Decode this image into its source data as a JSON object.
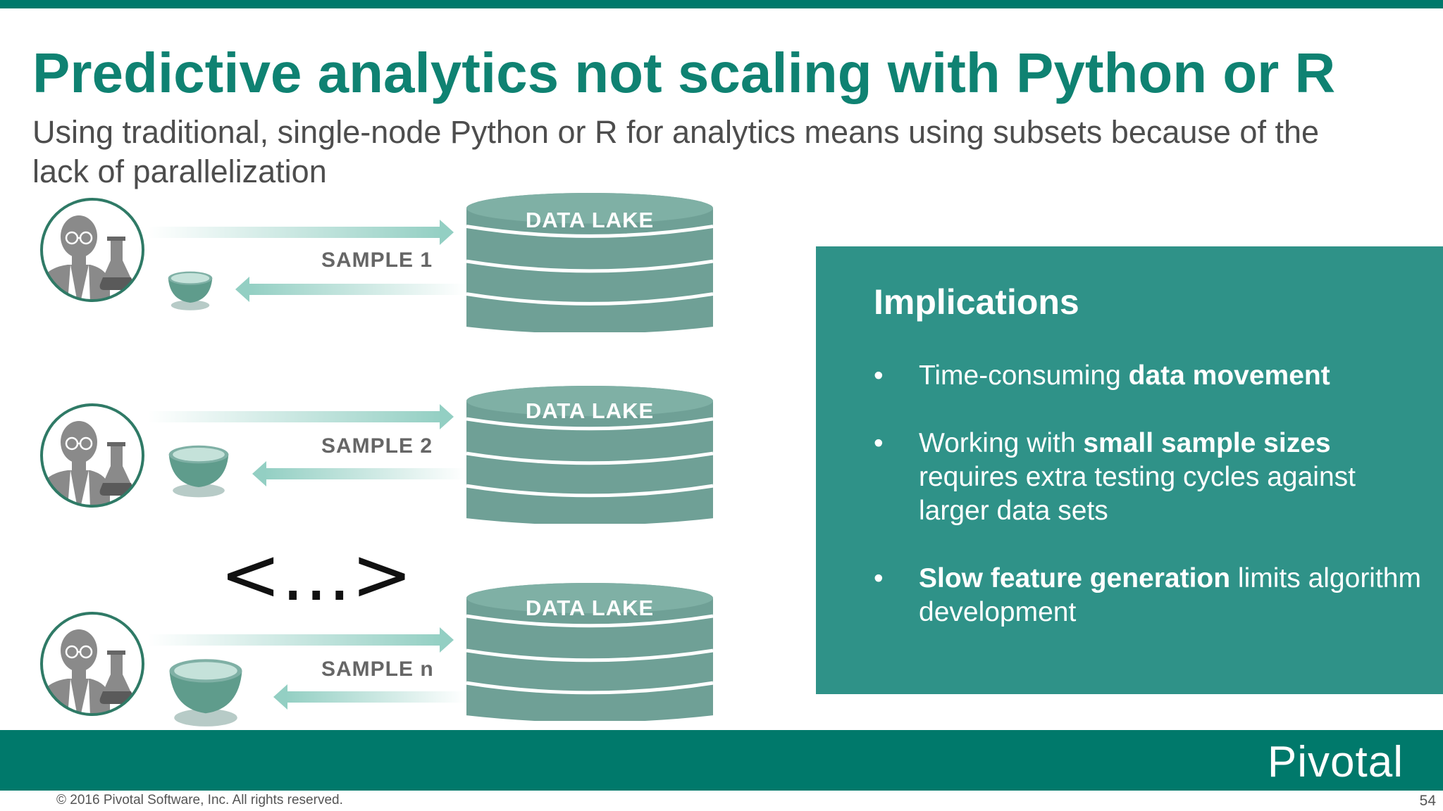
{
  "slide": {
    "title": "Predictive analytics not scaling with Python or R",
    "subtitle": "Using traditional, single-node Python or R for analytics means using subsets because of the lack of parallelization"
  },
  "diagram": {
    "rows": [
      {
        "sample_label": "SAMPLE 1",
        "db_label": "DATA LAKE"
      },
      {
        "sample_label": "SAMPLE 2",
        "db_label": "DATA LAKE"
      },
      {
        "sample_label": "SAMPLE n",
        "db_label": "DATA LAKE"
      }
    ],
    "ellipsis": "<...>"
  },
  "implications": {
    "title": "Implications",
    "bullet_char": "•",
    "items": [
      {
        "normal_before": "Time-consuming ",
        "bold": "data movement",
        "normal_after": ""
      },
      {
        "normal_before": "Working with ",
        "bold": "small sample sizes",
        "normal_after": " requires extra testing cycles against larger data sets"
      },
      {
        "normal_before": "",
        "bold": "Slow feature generation",
        "normal_after": " limits algorithm development"
      }
    ]
  },
  "footer": {
    "logo": "Pivotal",
    "copyright": "© 2016 Pivotal Software, Inc.  All rights reserved.",
    "page_number": "54"
  },
  "colors": {
    "title": "#0f8272",
    "brand_teal": "#00796b",
    "panel_teal": "#2f9288",
    "db_fill": "#6fa096"
  },
  "icons": [
    "scientist-icon",
    "flask-icon",
    "cup-icon",
    "arrow-right-icon",
    "arrow-left-icon",
    "database-icon"
  ]
}
